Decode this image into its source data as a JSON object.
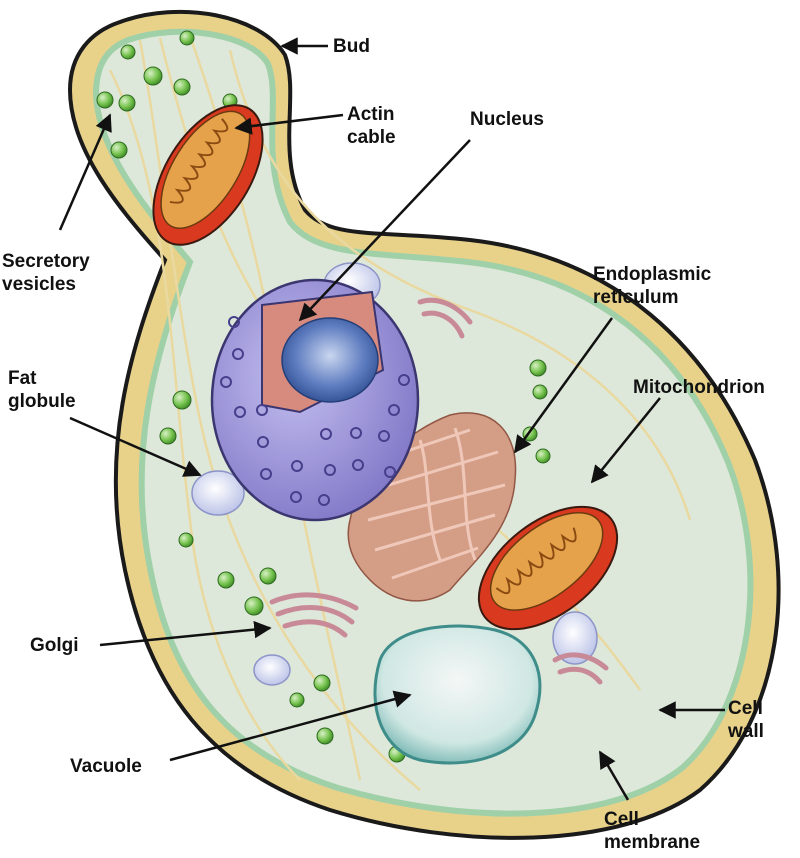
{
  "labels": {
    "bud": "Bud",
    "actin": [
      "Actin",
      "cable"
    ],
    "nucleus": "Nucleus",
    "secretory": [
      "Secretory",
      "vesicles"
    ],
    "er": [
      "Endoplasmic",
      "reticulum"
    ],
    "fat": [
      "Fat",
      "globule"
    ],
    "mito": "Mitochondrion",
    "golgi": "Golgi",
    "vacuole": "Vacuole",
    "cellwall": [
      "Cell",
      "wall"
    ],
    "membrane": [
      "Cell",
      "membrane"
    ]
  },
  "colors": {
    "cell_wall": "#e8d28a",
    "cell_wall_outline": "#1a1a1a",
    "cytoplasm": "#dde8da",
    "membrane_edge": "#9fd0a8",
    "nucleus": "#9a93d6",
    "nucleolus": "#3e5fa8",
    "mitochondrion": "#d8391f",
    "mito_inner": "#d98a3a",
    "er": "#d49a82",
    "golgi": "#c98a98",
    "vacuole": "#bfe0dc",
    "vesicle": "#6fbf47",
    "fat_globule": "#d6dcf2",
    "actin": "#e9d9a0"
  },
  "icons": [
    "arrow",
    "vesicle-dot"
  ]
}
